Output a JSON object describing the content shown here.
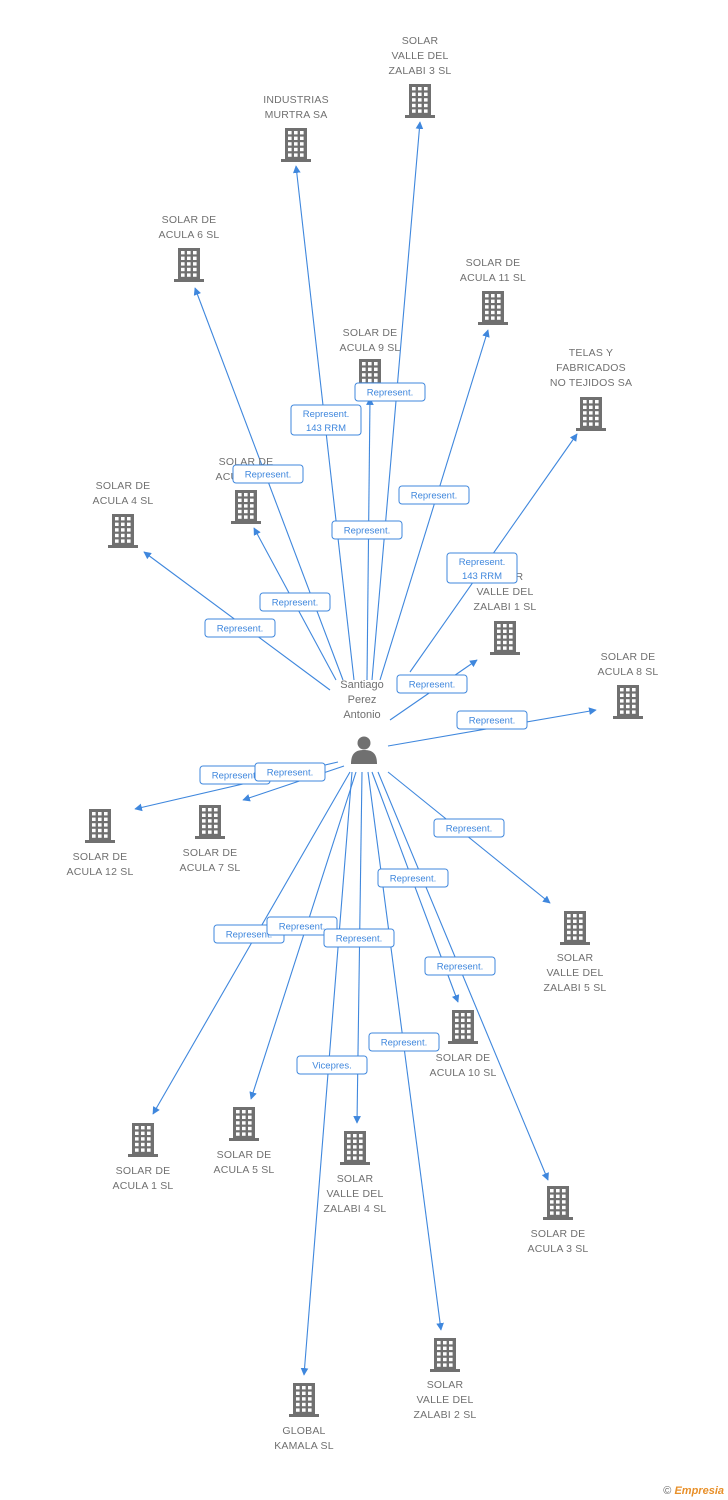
{
  "person": {
    "name_lines": [
      "Santiago",
      "Perez",
      "Antonio"
    ]
  },
  "companies": [
    {
      "id": "zalabi3",
      "lines": [
        "SOLAR",
        "VALLE DEL",
        "ZALABI 3 SL"
      ]
    },
    {
      "id": "murtra",
      "lines": [
        "INDUSTRIAS",
        "MURTRA SA"
      ]
    },
    {
      "id": "acula6",
      "lines": [
        "SOLAR DE",
        "ACULA 6 SL"
      ]
    },
    {
      "id": "acula11",
      "lines": [
        "SOLAR DE",
        "ACULA 11 SL"
      ]
    },
    {
      "id": "acula9",
      "lines": [
        "SOLAR DE",
        "ACULA 9 SL"
      ]
    },
    {
      "id": "telas",
      "lines": [
        "TELAS Y",
        "FABRICADOS",
        "NO TEJIDOS SA"
      ]
    },
    {
      "id": "acula2",
      "lines": [
        "SOLAR DE",
        "ACULA 2 SL"
      ]
    },
    {
      "id": "acula4",
      "lines": [
        "SOLAR DE",
        "ACULA 4 SL"
      ]
    },
    {
      "id": "zalabi1",
      "lines": [
        "SOLAR",
        "VALLE DEL",
        "ZALABI 1 SL"
      ]
    },
    {
      "id": "acula8",
      "lines": [
        "SOLAR DE",
        "ACULA 8 SL"
      ]
    },
    {
      "id": "acula12",
      "lines": [
        "SOLAR DE",
        "ACULA 12 SL"
      ]
    },
    {
      "id": "acula7",
      "lines": [
        "SOLAR DE",
        "ACULA 7 SL"
      ]
    },
    {
      "id": "zalabi5",
      "lines": [
        "SOLAR",
        "VALLE DEL",
        "ZALABI 5 SL"
      ]
    },
    {
      "id": "acula10",
      "lines": [
        "SOLAR DE",
        "ACULA 10 SL"
      ]
    },
    {
      "id": "acula1",
      "lines": [
        "SOLAR DE",
        "ACULA 1 SL"
      ]
    },
    {
      "id": "acula5",
      "lines": [
        "SOLAR DE",
        "ACULA 5 SL"
      ]
    },
    {
      "id": "zalabi4",
      "lines": [
        "SOLAR",
        "VALLE DEL",
        "ZALABI 4 SL"
      ]
    },
    {
      "id": "acula3",
      "lines": [
        "SOLAR DE",
        "ACULA 3 SL"
      ]
    },
    {
      "id": "zalabi2",
      "lines": [
        "SOLAR",
        "VALLE DEL",
        "ZALABI 2 SL"
      ]
    },
    {
      "id": "kamala",
      "lines": [
        "GLOBAL",
        "KAMALA SL"
      ]
    }
  ],
  "edges": [
    {
      "to": "zalabi3",
      "label": [
        "Represent."
      ]
    },
    {
      "to": "murtra",
      "label": [
        "Represent.",
        "143 RRM"
      ]
    },
    {
      "to": "acula6",
      "label": [
        "Represent."
      ]
    },
    {
      "to": "acula11",
      "label": [
        "Represent."
      ]
    },
    {
      "to": "acula9",
      "label": [
        "Represent."
      ]
    },
    {
      "to": "telas",
      "label": [
        "Represent.",
        "143 RRM"
      ]
    },
    {
      "to": "acula2",
      "label": [
        "Represent."
      ]
    },
    {
      "to": "acula4",
      "label": [
        "Represent."
      ]
    },
    {
      "to": "zalabi1",
      "label": [
        "Represent."
      ]
    },
    {
      "to": "acula8",
      "label": [
        "Represent."
      ]
    },
    {
      "to": "acula12",
      "label": [
        "Represent."
      ]
    },
    {
      "to": "acula7",
      "label": [
        "Represent."
      ]
    },
    {
      "to": "zalabi5",
      "label": [
        "Represent."
      ]
    },
    {
      "to": "acula10",
      "label": [
        "Represent."
      ]
    },
    {
      "to": "acula1",
      "label": [
        "Represent."
      ]
    },
    {
      "to": "acula5",
      "label": [
        "Represent."
      ]
    },
    {
      "to": "zalabi4",
      "label": [
        "Represent."
      ]
    },
    {
      "to": "acula3",
      "label": [
        "Represent."
      ]
    },
    {
      "to": "zalabi2",
      "label": [
        "Represent."
      ]
    },
    {
      "to": "kamala",
      "label": [
        "Vicepres."
      ]
    }
  ],
  "footer": {
    "copyright": "©",
    "brand": "Empresia"
  }
}
